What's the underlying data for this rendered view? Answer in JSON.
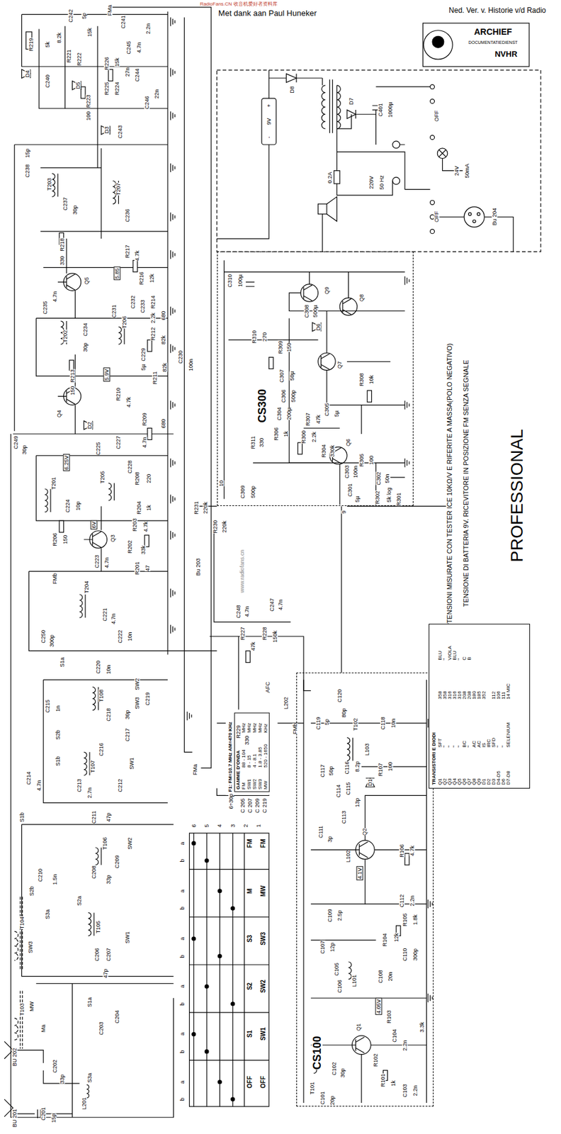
{
  "diagram": {
    "nodes": [
      {
        "text": [
          "CS300"
        ]
      },
      {
        "text": [
          "CS100"
        ]
      },
      {
        "text": [
          "TRANSISTORI E DIODI"
        ]
      },
      {
        "text": [
          "F1: FM=10.7 MHz AM=470 KHz",
          "GAMME D'ONDA"
        ]
      }
    ],
    "edges": [
      {
        "from": 1,
        "to": 0,
        "arrow": "none"
      }
    ],
    "labels": [
      "Met dank aan Paul Huneker",
      "Ned. Ver. v. Historie v/d Radio",
      "RadioFans.CN 收音机爱好者资料库",
      "ARCHIEF",
      "DOCUMENTATIEDIENST",
      "NVHR",
      "C242",
      "5p",
      "R219",
      "5k",
      "8.2k",
      "R221",
      "R222",
      "15k",
      "FMa",
      "C241",
      "2.2n",
      "C245",
      "4.7n",
      "R226",
      "15k",
      "D4",
      "C240",
      "D5",
      "R225",
      "R224",
      "27n",
      "C244",
      "R223",
      "100",
      "C246",
      "22n",
      "D3",
      "C243",
      "C238",
      "15p",
      "T203",
      "C237",
      "30p",
      "T207",
      "C236",
      "R218",
      "330",
      "Q5",
      "R217",
      "4.7k",
      "5.85",
      "R216",
      "12k",
      "C235",
      "4.7n",
      "T202",
      "C234",
      "30p",
      "C231",
      "T206",
      "C232",
      "C233",
      "R214",
      "2.2k",
      "680",
      "R213",
      "150",
      "Q4",
      "5.9V",
      "R212",
      "82k",
      "C229",
      "5µ",
      "R210",
      "4.7k",
      "R211",
      "82k",
      "C230",
      "100n",
      "D2",
      "R209",
      "680",
      "C249",
      "30p",
      "6.25V",
      "T201",
      "C225",
      "C227",
      "4.7n",
      "T205",
      "C228",
      "R208",
      "220",
      "C224",
      "10p",
      "R206",
      "150",
      "6V",
      "Q3",
      "R204",
      "1k",
      "R203",
      "4.7k",
      "R202",
      "33k",
      "C223",
      "4.7n",
      "R201",
      "47",
      "FMb",
      "T204",
      "C221",
      "4.7n",
      "C222",
      "10n",
      "C250",
      "300p",
      "S1a",
      "C220",
      "10n",
      "T108",
      "SW2",
      "SW3",
      "C219",
      "C218",
      "30p",
      "C217",
      "C215",
      "1n",
      "S2b",
      "S1b",
      "C216",
      "T107",
      "SW1",
      "C214",
      "4.7n",
      "C213",
      "2.7n",
      "C212",
      "C211",
      "47p",
      "S1b",
      "T106",
      "SW2",
      "C209",
      "C208",
      "33p",
      "C210",
      "1.5n",
      "S2b",
      "S2a",
      "S3a",
      "T104",
      "SW3",
      "T105",
      "SW1",
      "C206",
      "C207",
      "47p",
      "T103",
      "MW",
      "S1a",
      "C204",
      "Ma",
      "C203",
      "C202",
      "33p",
      "S3a",
      "L201",
      "BU 202",
      "BU 201",
      "C201",
      "15p",
      "R227",
      "47k",
      "C248",
      "4.7n",
      "C247",
      "4.7n",
      "R228",
      "150k",
      "R229",
      "330",
      "AFC",
      "L202",
      "FMb",
      "R231",
      "220k",
      "R230",
      "220k",
      "Bu 203",
      "FMa",
      "6÷30p",
      "C 205",
      "C 207",
      "C 209",
      "C 219",
      "www.radiofans.cn",
      "C310",
      "100µ",
      "C308",
      "500µ",
      "Q9",
      "Q8",
      "R309",
      "150",
      "R310",
      "270",
      "D6",
      "Q7",
      "C307",
      "50µ",
      "C306",
      "500p",
      "R308",
      "10k",
      "R306",
      "1k",
      "C304",
      "200µ",
      "R311",
      "330",
      "R307",
      "47k",
      "C305",
      "5µ",
      "R300",
      "2.2k",
      "R304",
      "330k",
      "Q6",
      "R305",
      "100",
      "C303",
      "100n",
      "C309",
      "500p",
      "C301",
      "5µ",
      "C302",
      "50n",
      "R302",
      "5k log",
      "R301",
      "10",
      "9",
      "+",
      "9V",
      "-",
      "D8",
      "D7",
      "C401",
      "1000µ",
      "0.2A",
      "220V",
      "50 Hz",
      "OFF",
      "OFF",
      "24V",
      "50mA",
      "Bu 204",
      "TENSIONI MISURATE CON TESTER ICE 10KΩ/V E RIFERITE A MASSA(POLO NEGATIVO)",
      "TENSIONE DI BATTERIA 9V. RICEVITORE IN POSIZIONE FM SENZA SEGNALE",
      "PROFESSIONAL",
      "T101",
      "C101",
      "20p",
      "C102",
      "30p",
      "Q1",
      "4.05V",
      "R101",
      "1k",
      "C103",
      "2.2n",
      "R102",
      "C104",
      "2.2n",
      "R103",
      "3.3k",
      "C105",
      "C106",
      "L101",
      "C107",
      "12p",
      "C108",
      "20n",
      "C110",
      "300p",
      "C109",
      "2.5p",
      "R104",
      "12k",
      "R105",
      "1.8k",
      "Q2",
      "L102",
      "4.1V",
      "C111",
      "3p",
      "R106",
      "4.7k",
      "C112",
      "2.2n",
      "C113",
      "13p",
      "D1",
      "R107",
      "100",
      "C117",
      "50p",
      "C114",
      "C115",
      "C116",
      "8.2p",
      "L103",
      "C118",
      "10n",
      "C119",
      "5p",
      "C120",
      "80p",
      "T102",
      "6",
      "5",
      "4",
      "3",
      "2",
      "1",
      "FM",
      "FM",
      "M",
      "MW",
      "S3",
      "SW3",
      "S2",
      "SW2",
      "S1",
      "SW1",
      "OFF",
      "OFF",
      "a",
      "b",
      "a",
      "b",
      "a",
      "b",
      "a",
      "b",
      "a",
      "b",
      "a",
      "b",
      "Q1",
      "SFT",
      "358",
      "BLU",
      "Q2",
      "\"",
      "358",
      "\"",
      "Q3",
      "\"",
      "316",
      "VIOLA",
      "Q4",
      "\"",
      "316",
      "BLU",
      "Q5",
      "\"",
      "316",
      "\"",
      "Q6",
      "BC",
      "208",
      "C",
      "Q7",
      "\"",
      "208",
      "B",
      "Q8",
      "AC",
      "180",
      "Q9",
      "AC",
      "185",
      "D1",
      "IS",
      "352",
      "D2",
      "IRC",
      "D3",
      "SFD",
      "112",
      "D4-D5",
      "\"",
      "106",
      "D6",
      "\"",
      "111",
      "D7-D8",
      "SELENIUM",
      "14 MIC",
      "FM",
      "88 - 104",
      "MHz",
      "SW1",
      "8 - 15",
      "MHz",
      "SW2",
      "4 - 8.1",
      "MHz",
      "SW3",
      "1.8 - 3.85",
      "MHz",
      "MW",
      "520 - 1650",
      "KHz"
    ]
  }
}
